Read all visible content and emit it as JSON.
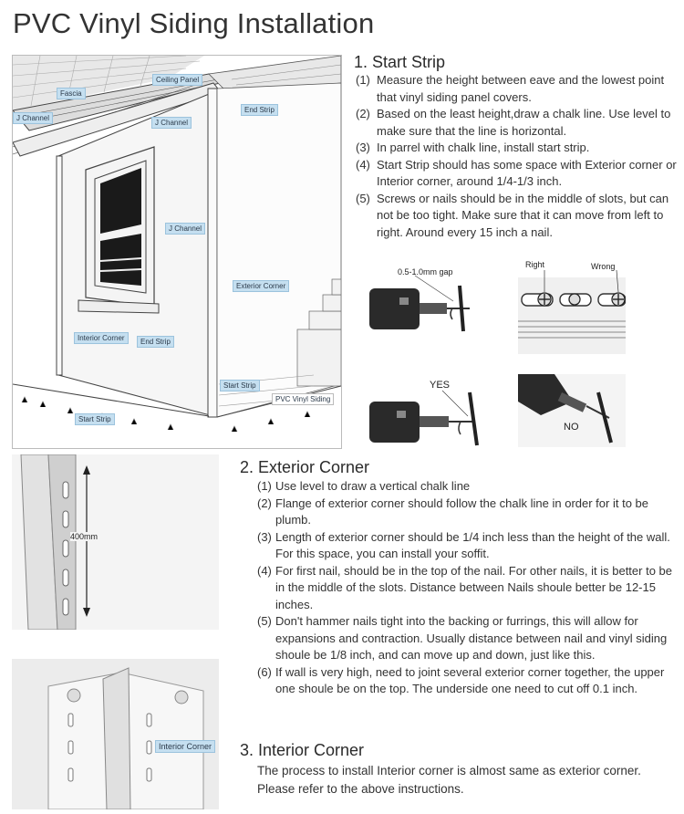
{
  "title": "PVC Vinyl Siding Installation",
  "house_labels": {
    "fascia": "Fascia",
    "ceiling_panel": "Ceiling Panel",
    "j_channel_1": "J Channel",
    "j_channel_2": "J Channel",
    "j_channel_3": "J Channel",
    "end_strip_1": "End Strip",
    "exterior_corner": "Exterior Corner",
    "interior_corner": "Interior Corner",
    "end_strip_2": "End Strip",
    "start_strip_1": "Start Strip",
    "start_strip_2": "Start Strip",
    "pvc_vinyl_siding": "PVC Vinyl Siding"
  },
  "section1": {
    "heading": "1. Start Strip",
    "items": [
      {
        "num": "(1)",
        "text": "Measure the height between eave and the lowest point that vinyl siding panel covers."
      },
      {
        "num": "(2)",
        "text": "Based on the least height,draw a chalk line. Use level to make sure that the line is horizontal."
      },
      {
        "num": "(3)",
        "text": "In parrel with chalk line, install start strip."
      },
      {
        "num": "(4)",
        "text": "Start Strip should has some space with Exterior corner or Interior corner, around 1/4-1/3 inch."
      },
      {
        "num": "(5)",
        "text": "Screws or nails should be in the middle of slots, but can not be too tight. Make sure that it can move from left to right. Around every 15 inch a nail."
      }
    ]
  },
  "diagram_labels": {
    "gap": "0.5-1.0mm gap",
    "right": "Right",
    "wrong": "Wrong",
    "yes": "YES",
    "no": "NO"
  },
  "corner_label": "400mm",
  "interior_corner_label": "Interior Corner",
  "section2": {
    "heading": "2. Exterior Corner",
    "items": [
      {
        "num": "(1)",
        "text": "Use level to draw a vertical chalk line"
      },
      {
        "num": "(2)",
        "text": "Flange of exterior corner should follow the chalk line in order for it to be plumb."
      },
      {
        "num": "(3)",
        "text": "Length of exterior corner should be 1/4 inch less than the height of the wall. For this space, you can install your soffit."
      },
      {
        "num": "(4)",
        "text": "For first nail, should be in the top of the nail. For other nails, it is better to be in the middle of the slots. Distance between Nails shoule better be 12-15 inches."
      },
      {
        "num": "(5)",
        "text": "Don't hammer nails tight into the backing or furrings, this will allow for expansions and contraction.  Usually distance between nail and vinyl siding shoule be 1/8 inch, and can move up and down, just like this."
      },
      {
        "num": "(6)",
        "text": "If wall is very high, need to joint several exterior corner together, the upper one shoule be on the top. The underside one need to cut off 0.1 inch."
      }
    ]
  },
  "section3": {
    "heading": "3. Interior Corner",
    "text": "The process to install Interior corner is almost same as exterior corner. Please refer to the above instructions."
  }
}
